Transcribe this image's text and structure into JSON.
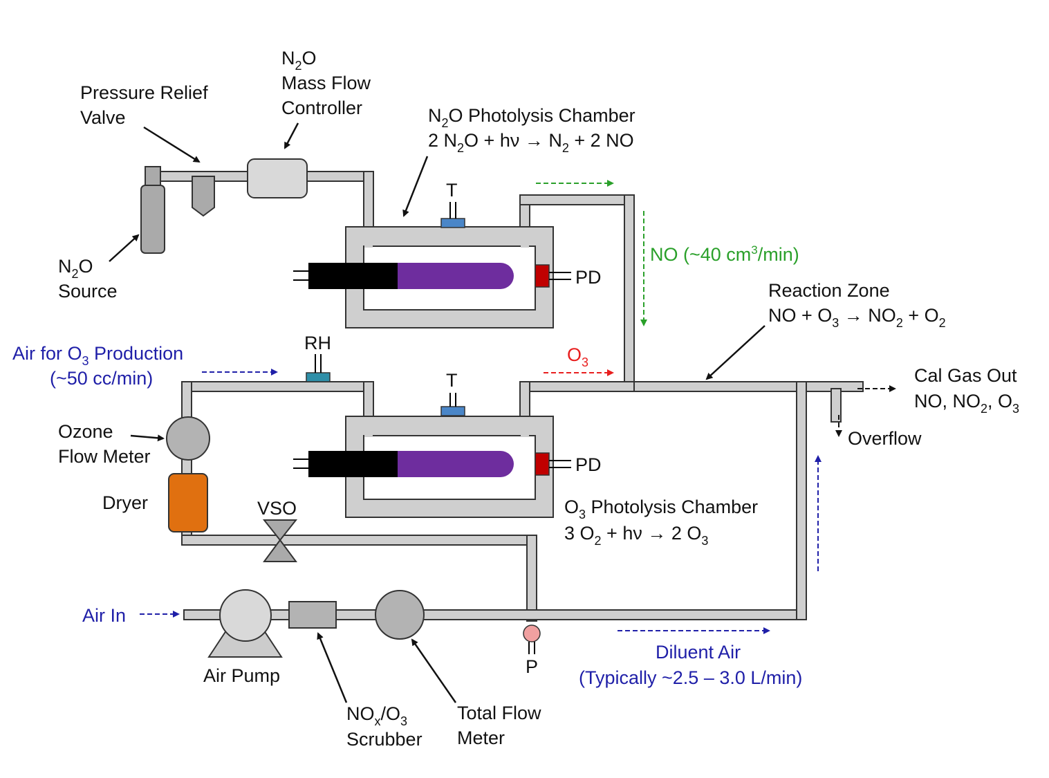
{
  "labels": {
    "n2o_mfc_1": "N",
    "n2o_mfc_sub": "2",
    "n2o_mfc_o": "O",
    "mfc_line2": "Mass Flow",
    "mfc_line3": "Controller",
    "prv_line1": "Pressure Relief",
    "prv_line2": "Valve",
    "n2o_source_n": "N",
    "n2o_source_sub": "2",
    "n2o_source_o": "O",
    "n2o_source_line2": "Source",
    "n2o_chamber_title_n": "N",
    "n2o_chamber_title_sub": "2",
    "n2o_chamber_title_rest": "O Photolysis Chamber",
    "n2o_eq_a": "2 N",
    "n2o_eq_sub1": "2",
    "n2o_eq_b": "O + hν → N",
    "n2o_eq_sub2": "2",
    "n2o_eq_c": " + 2 NO",
    "t_top": "T",
    "pd_top": "PD",
    "t_bottom": "T",
    "pd_bottom": "PD",
    "rh": "RH",
    "no_flow_a": "NO (~40 cm",
    "no_flow_sup": "3",
    "no_flow_b": "/min)",
    "reaction_zone": "Reaction Zone",
    "rz_eq_a": "NO + O",
    "rz_eq_sub1": "3",
    "rz_eq_b": " → NO",
    "rz_eq_sub2": "2",
    "rz_eq_c": " + O",
    "rz_eq_sub3": "2",
    "air_o3_a": "Air for O",
    "air_o3_sub": "3",
    "air_o3_b": " Production",
    "air_o3_line2": "(~50 cc/min)",
    "o3_flow_o": "O",
    "o3_flow_sub": "3",
    "cal_gas_line1": "Cal Gas Out",
    "cal_gas_a": "NO, NO",
    "cal_gas_sub1": "2",
    "cal_gas_b": ", O",
    "cal_gas_sub2": "3",
    "overflow": "Overflow",
    "ozone_fm_line1": "Ozone",
    "ozone_fm_line2": "Flow Meter",
    "dryer": "Dryer",
    "vso": "VSO",
    "o3_chamber_o": "O",
    "o3_chamber_sub": "3",
    "o3_chamber_rest": " Photolysis Chamber",
    "o3_eq_a": "3 O",
    "o3_eq_sub1": "2",
    "o3_eq_b": " + hν →  2 O",
    "o3_eq_sub2": "3",
    "air_in": "Air In",
    "air_pump": "Air Pump",
    "scrubber_a": "NO",
    "scrubber_sub1": "x",
    "scrubber_b": "/O",
    "scrubber_sub2": "3",
    "scrubber_line2": "Scrubber",
    "tfm_line1": "Total Flow",
    "tfm_line2": "Meter",
    "p": "P",
    "diluent_line1": "Diluent Air",
    "diluent_line2": "(Typically ~2.5 – 3.0 L/min)"
  },
  "colors": {
    "pipe": "#cfcfcf",
    "lamp_body": "#000000",
    "lamp_uv": "#6e2d9e",
    "photodiode": "#c00000",
    "sensor_blue": "#4a86c8",
    "rh_sensor": "#2f8fa8",
    "dryer": "#e07010",
    "pressure": "#f0a0a0",
    "flow_blue": "#1f1fa8",
    "flow_green": "#2aa02a",
    "flow_red": "#e81e1e"
  }
}
